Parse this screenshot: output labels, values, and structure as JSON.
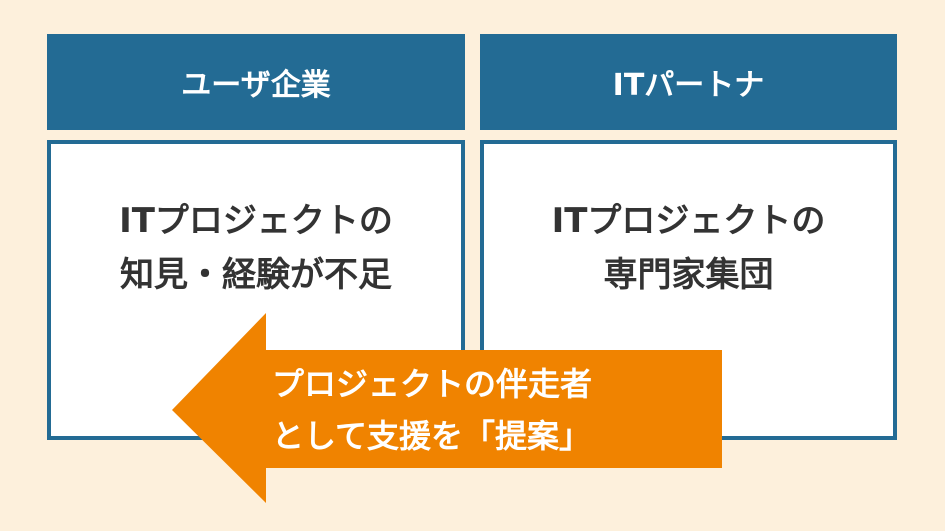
{
  "left": {
    "header": "ユーザ企業",
    "line1": "ITプロジェクトの",
    "line2": "知見・経験が不足"
  },
  "right": {
    "header": "ITパートナ",
    "line1": "ITプロジェクトの",
    "line2": "専門家集団"
  },
  "arrow": {
    "line1": "プロジェクトの伴走者",
    "line2": "として支援を「提案」",
    "direction": "left"
  },
  "colors": {
    "background": "#fdf0dc",
    "blue": "#236b94",
    "orange": "#f08300"
  }
}
